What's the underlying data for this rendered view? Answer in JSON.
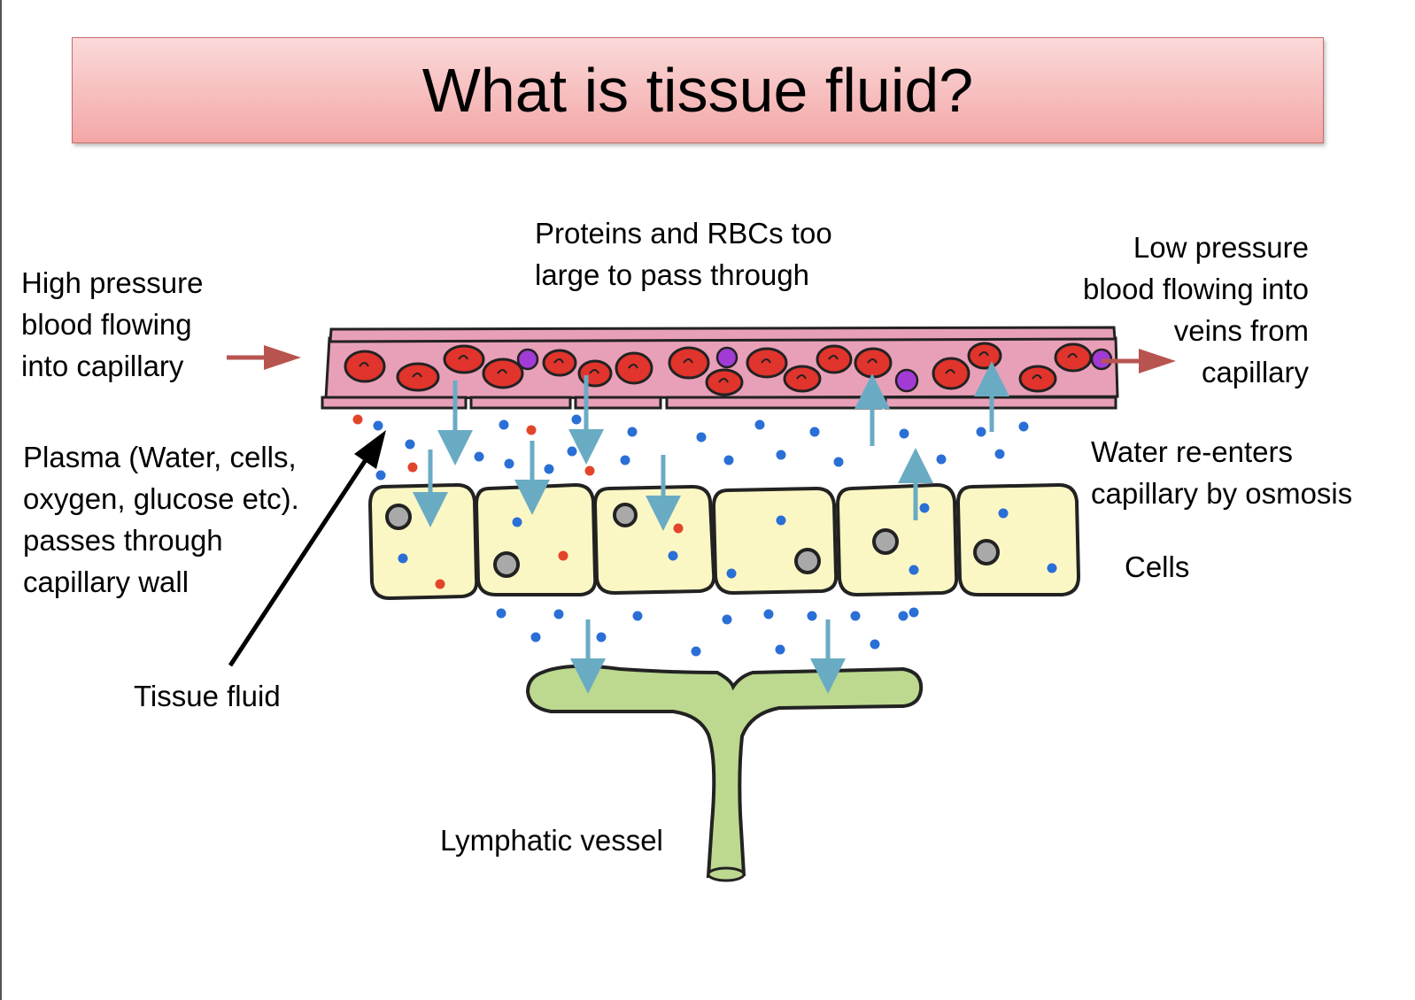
{
  "title": "What is tissue fluid?",
  "labels": {
    "high_pressure": "High pressure\nblood flowing\ninto capillary",
    "proteins": "Proteins and RBCs too\nlarge to pass through",
    "low_pressure": "Low pressure\nblood flowing into\nveins from\ncapillary",
    "plasma": "Plasma (Water, cells,\noxygen, glucose etc).\npasses through\ncapillary wall",
    "water_reenters": "Water re-enters\ncapillary by osmosis",
    "cells": "Cells",
    "tissue_fluid": "Tissue fluid",
    "lymphatic": "Lymphatic vessel"
  },
  "colors": {
    "capillary": "#e8a0b8",
    "red_blood_cell": "#e0342c",
    "white_blood_cell": "#a23bd6",
    "tissue_cell": "#fbf7c4",
    "lymph": "#bcd98f",
    "water_dot": "#2a6fd6",
    "arrow_blue": "#6aabc4",
    "arrow_red": "#b85450"
  }
}
